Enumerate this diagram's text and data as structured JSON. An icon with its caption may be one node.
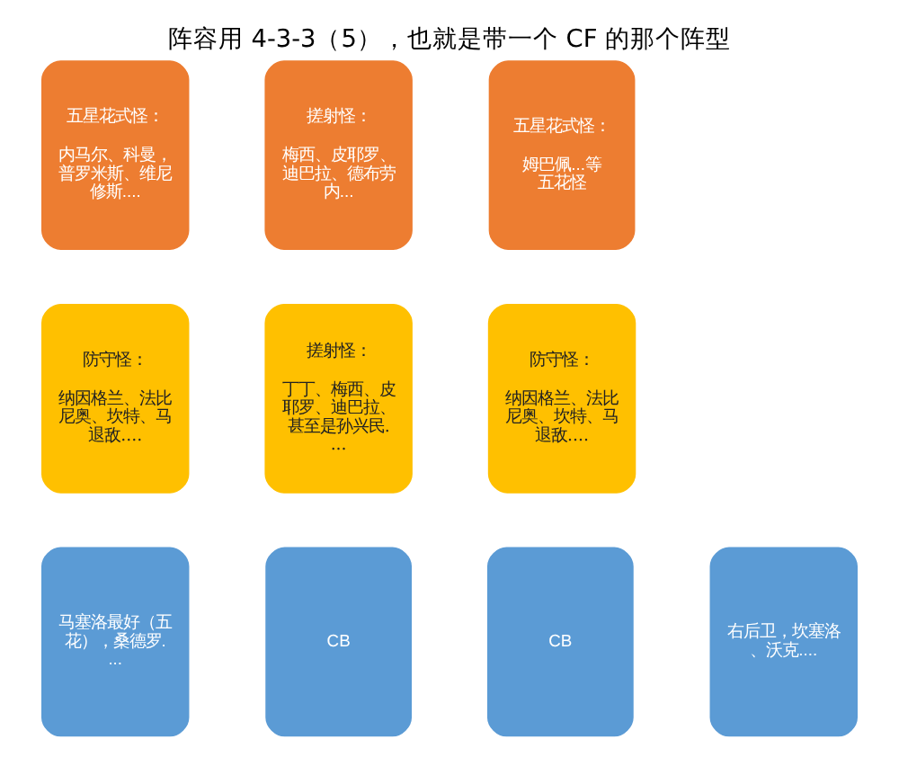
{
  "diagram": {
    "title": "阵容用 4-3-3（5），也就是带一个 CF 的那个阵型",
    "nodes": [
      {
        "text": [
          "五星花式怪：",
          "内马尔、科曼，普罗米斯、维尼修斯...."
        ]
      },
      {
        "text": [
          "搓射怪：",
          "梅西、皮耶罗、迪巴拉、德布劳内..."
        ]
      },
      {
        "text": [
          "五星花式怪：",
          "姆巴佩...等五花怪"
        ]
      },
      {
        "text": [
          "防守怪：",
          "纳因格兰、法比尼奥、坎特、马退敌...."
        ]
      },
      {
        "text": [
          "搓射怪：",
          "丁丁、梅西、皮耶罗、迪巴拉、甚至是孙兴民...."
        ]
      },
      {
        "text": [
          "防守怪：",
          "纳因格兰、法比尼奥、坎特、马退敌...."
        ]
      },
      {
        "text": [
          "马塞洛最好（五花），桑德罗...."
        ]
      },
      {
        "text": [
          "CB"
        ]
      },
      {
        "text": [
          "CB"
        ]
      },
      {
        "text": [
          "右后卫，坎塞洛、沃克...."
        ]
      }
    ],
    "edges": []
  }
}
